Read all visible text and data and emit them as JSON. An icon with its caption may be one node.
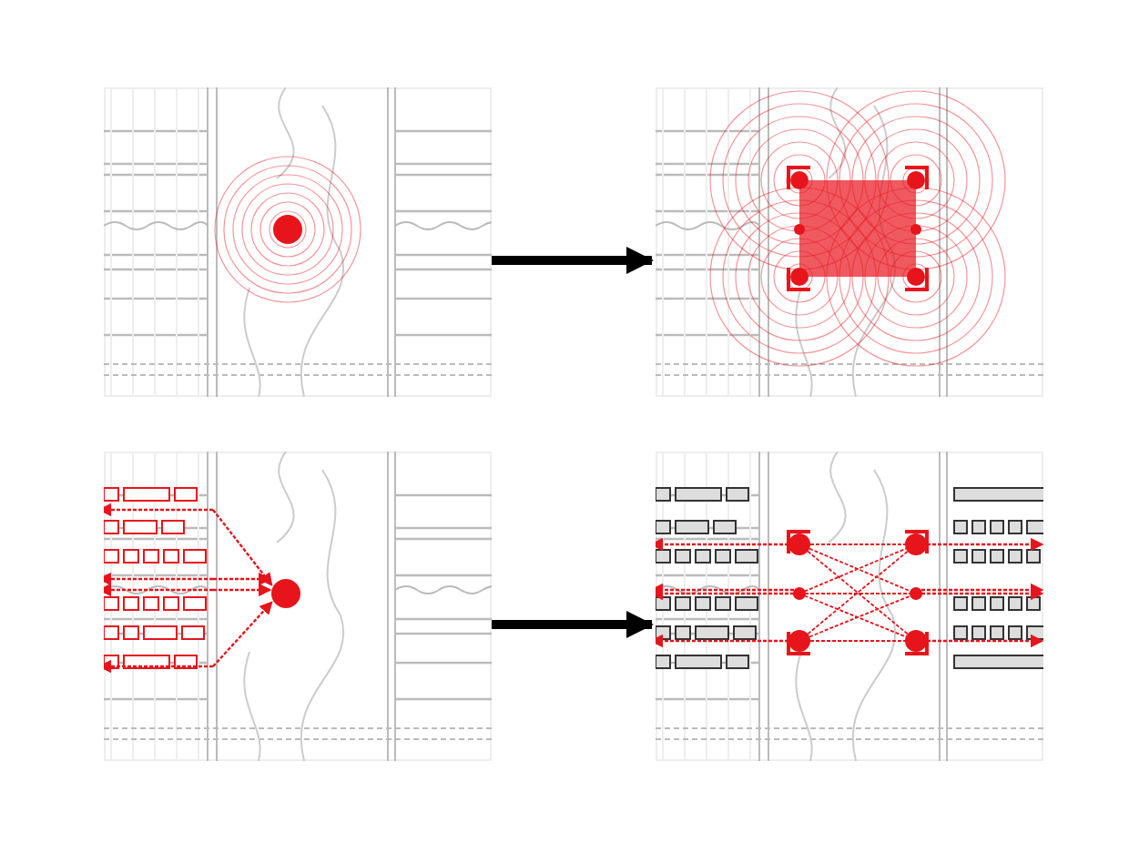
{
  "diagram": {
    "nodes": [
      {
        "text": [],
        "shape": "picture"
      },
      {
        "text": [],
        "shape": "picture"
      },
      {
        "text": [],
        "shape": "picture"
      },
      {
        "text": [],
        "shape": "picture"
      }
    ],
    "edges": [
      {
        "from": 0,
        "to": 1,
        "arrow": "to"
      },
      {
        "from": 2,
        "to": 3,
        "arrow": "to"
      }
    ]
  }
}
